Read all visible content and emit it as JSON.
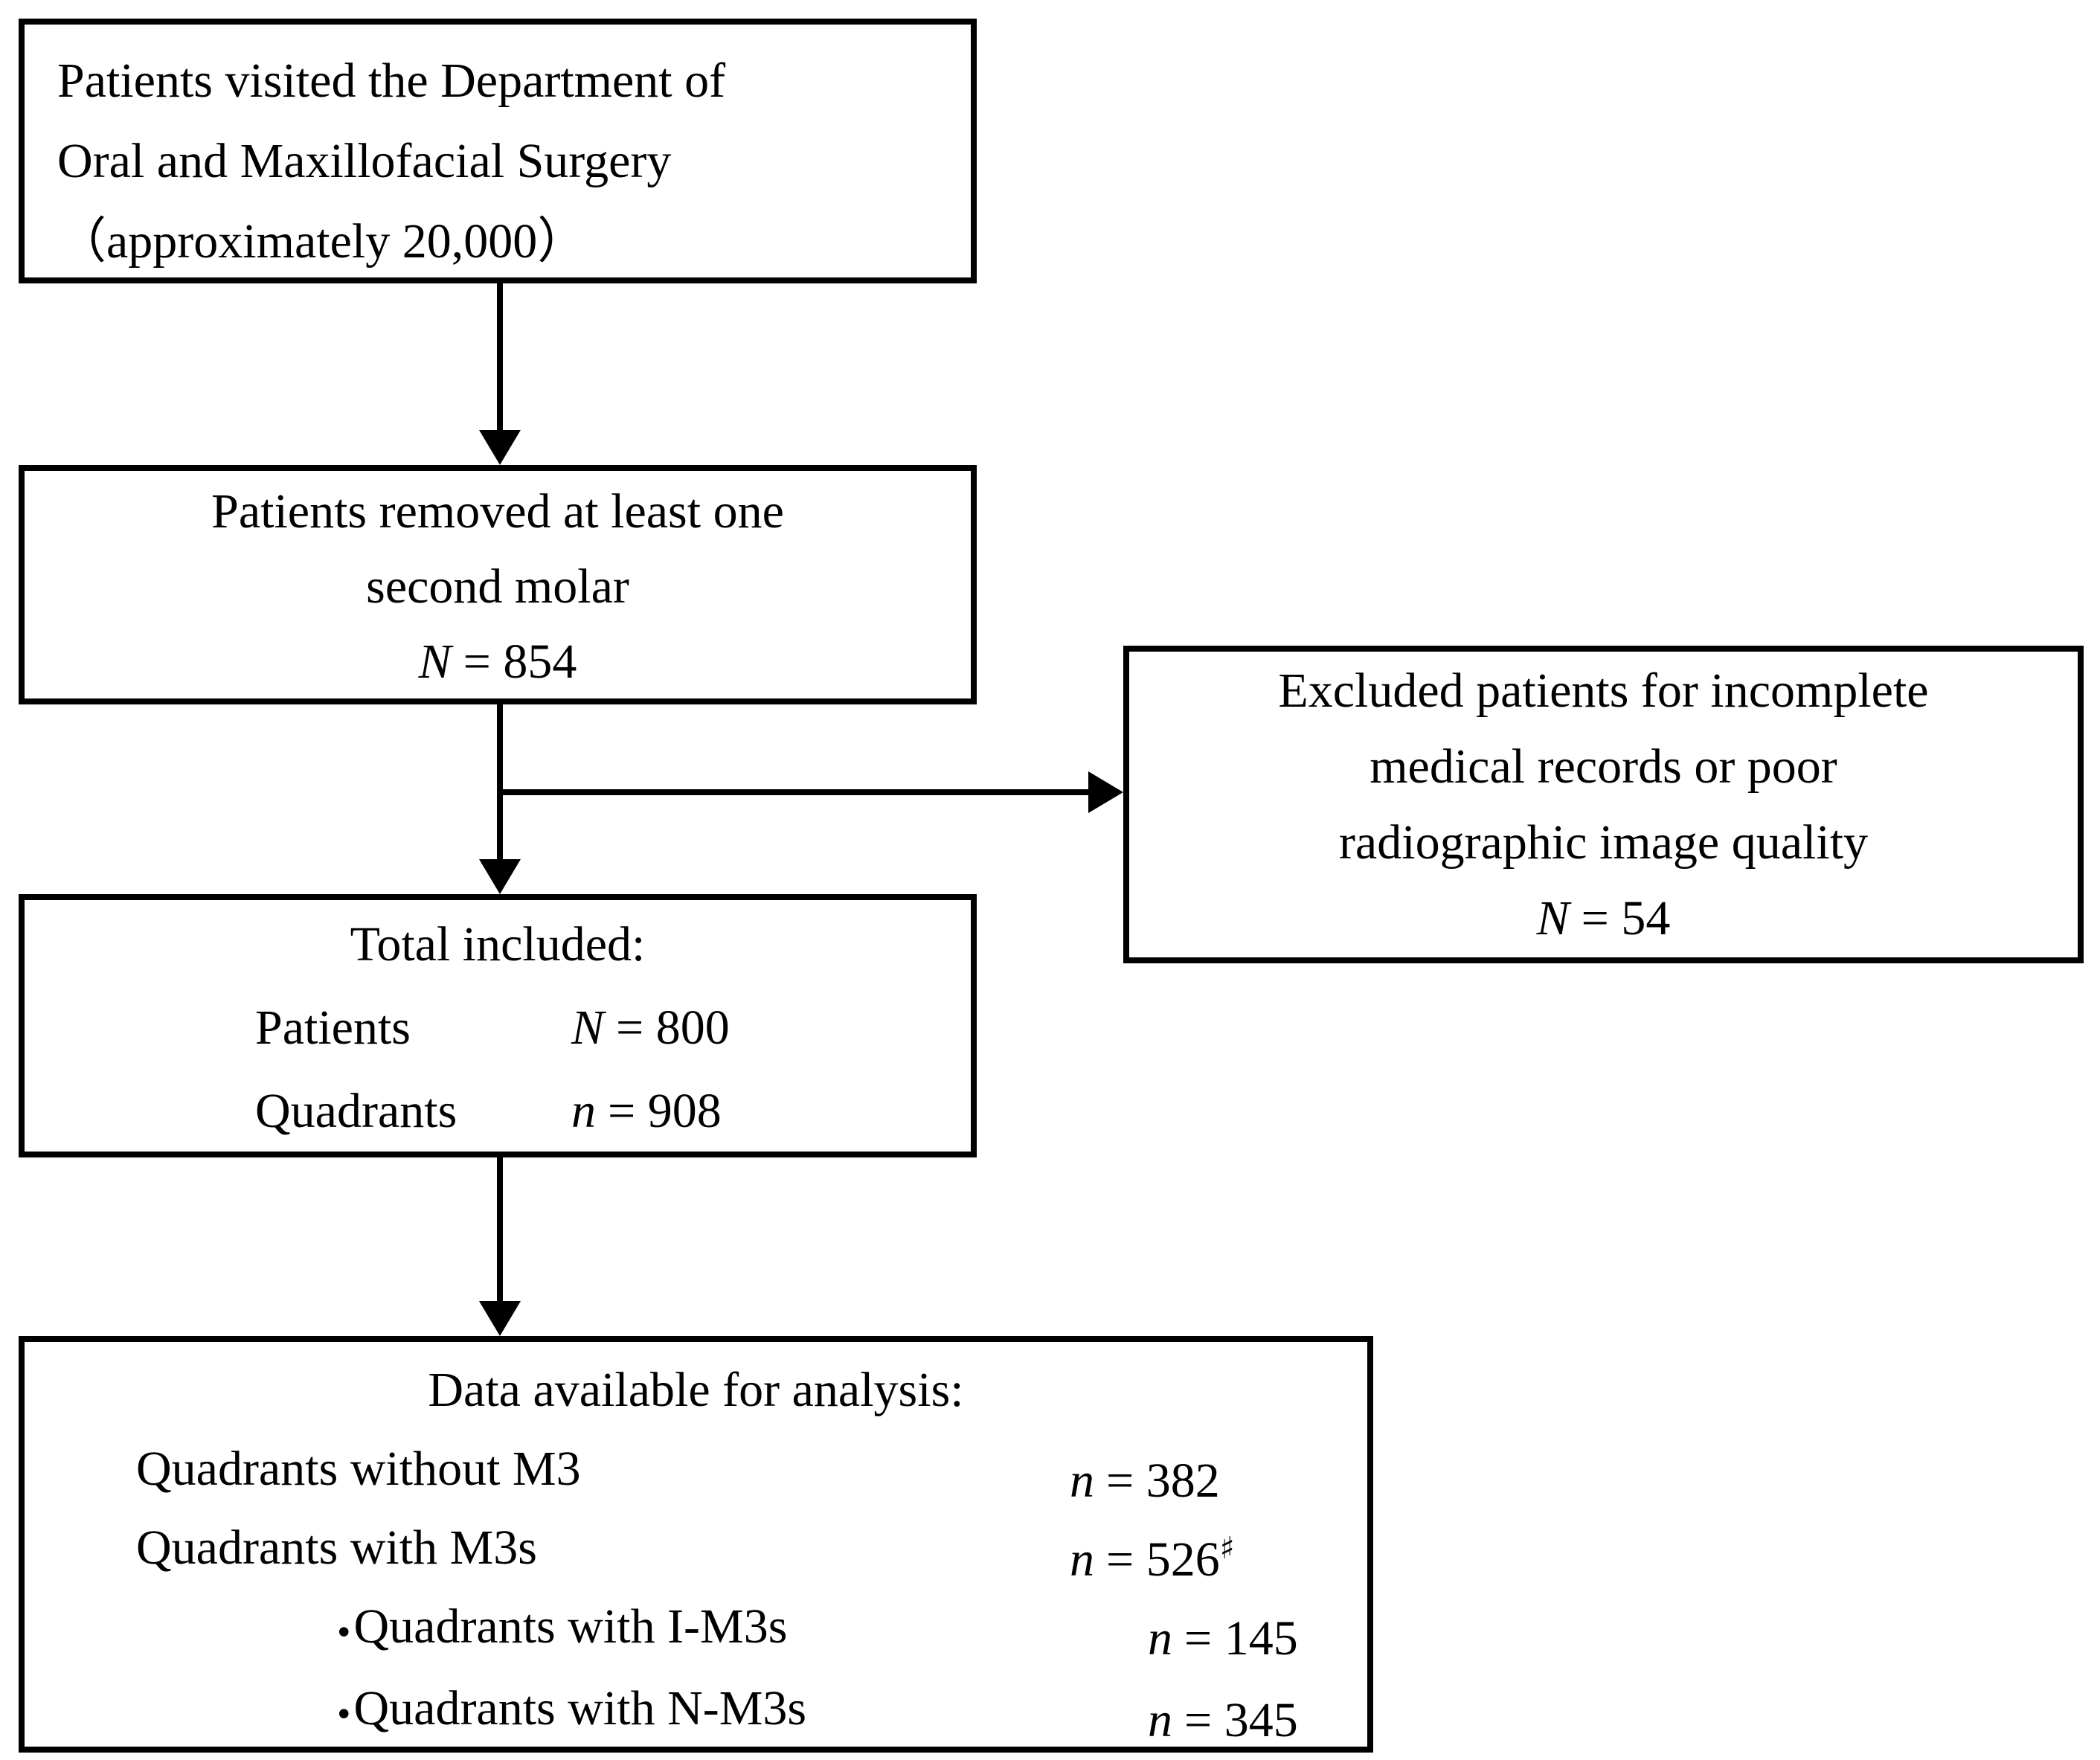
{
  "figure": {
    "type": "flowchart"
  },
  "colors": {
    "background": "#ffffff",
    "box_border": "#000000",
    "text": "#000000",
    "arrow": "#000000"
  },
  "boxes": {
    "visited": {
      "line1": "Patients visited the Department of",
      "line2": "Oral and Maxillofacial Surgery",
      "line3": "（approximately 20,000）"
    },
    "removed": {
      "line1": "Patients removed at least one",
      "line2": "second molar",
      "n_var": "N",
      "n_value": "= 854"
    },
    "excluded": {
      "line1": "Excluded patients for incomplete",
      "line2": "medical records or poor",
      "line3": "radiographic image quality",
      "n_var": "N",
      "n_value": "= 54"
    },
    "total": {
      "title": "Total included:",
      "rows": [
        {
          "label": "Patients",
          "var": "N",
          "value": "= 800"
        },
        {
          "label": "Quadrants",
          "var": "n",
          "value": "= 908"
        }
      ]
    },
    "analysis": {
      "title": "Data available for analysis:",
      "rows": [
        {
          "bullet": "",
          "label": "Quadrants without M3",
          "var": "n",
          "value": "= 382",
          "sup": ""
        },
        {
          "bullet": "",
          "label": "Quadrants with M3s",
          "var": "n",
          "value": "= 526",
          "sup": "♯"
        },
        {
          "bullet": "•",
          "label": "Quadrants with I-M3s",
          "var": "n",
          "value": "= 145",
          "sup": ""
        },
        {
          "bullet": "•",
          "label": "Quadrants with N-M3s",
          "var": "n",
          "value": "= 345",
          "sup": ""
        }
      ]
    }
  }
}
